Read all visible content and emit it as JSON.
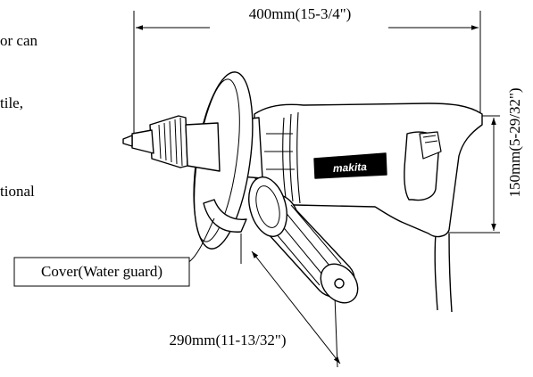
{
  "fragments": [
    "or can",
    "tile,",
    "tional"
  ],
  "dimensions": {
    "length": "400mm(15-3/4\")",
    "height": "150mm(5-29/32\")",
    "handle_span": "290mm(11-13/32\")"
  },
  "callout": {
    "label": "Cover(Water guard)"
  },
  "brand": "makita"
}
